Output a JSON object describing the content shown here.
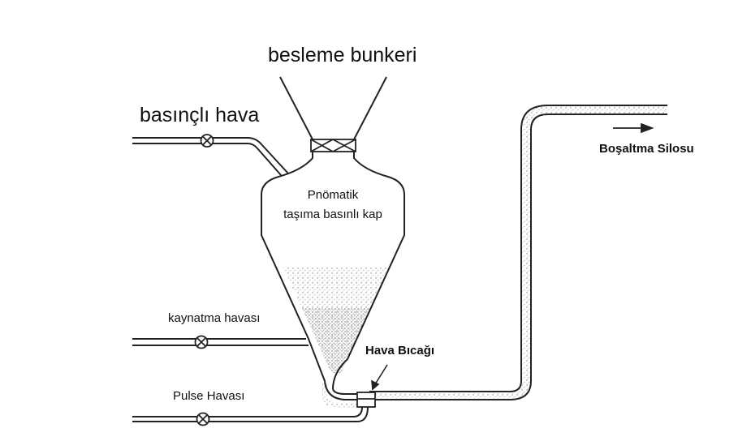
{
  "labels": {
    "hopper": "besleme bunkeri",
    "pressurized_air": "basınçlı hava",
    "vessel_line1": "Pnömatik",
    "vessel_line2": "taşıma basınlı kap",
    "fluidizing_air": "kaynatma havası",
    "pulse_air": "Pulse Havası",
    "air_knife": "Hava Bıcağı",
    "discharge_silo": "Boşaltma Silosu"
  },
  "colors": {
    "line": "#222222",
    "text": "#111111",
    "background": "#ffffff"
  },
  "icons": {
    "valve": "valve-icon",
    "arrow": "arrow-right-icon"
  }
}
